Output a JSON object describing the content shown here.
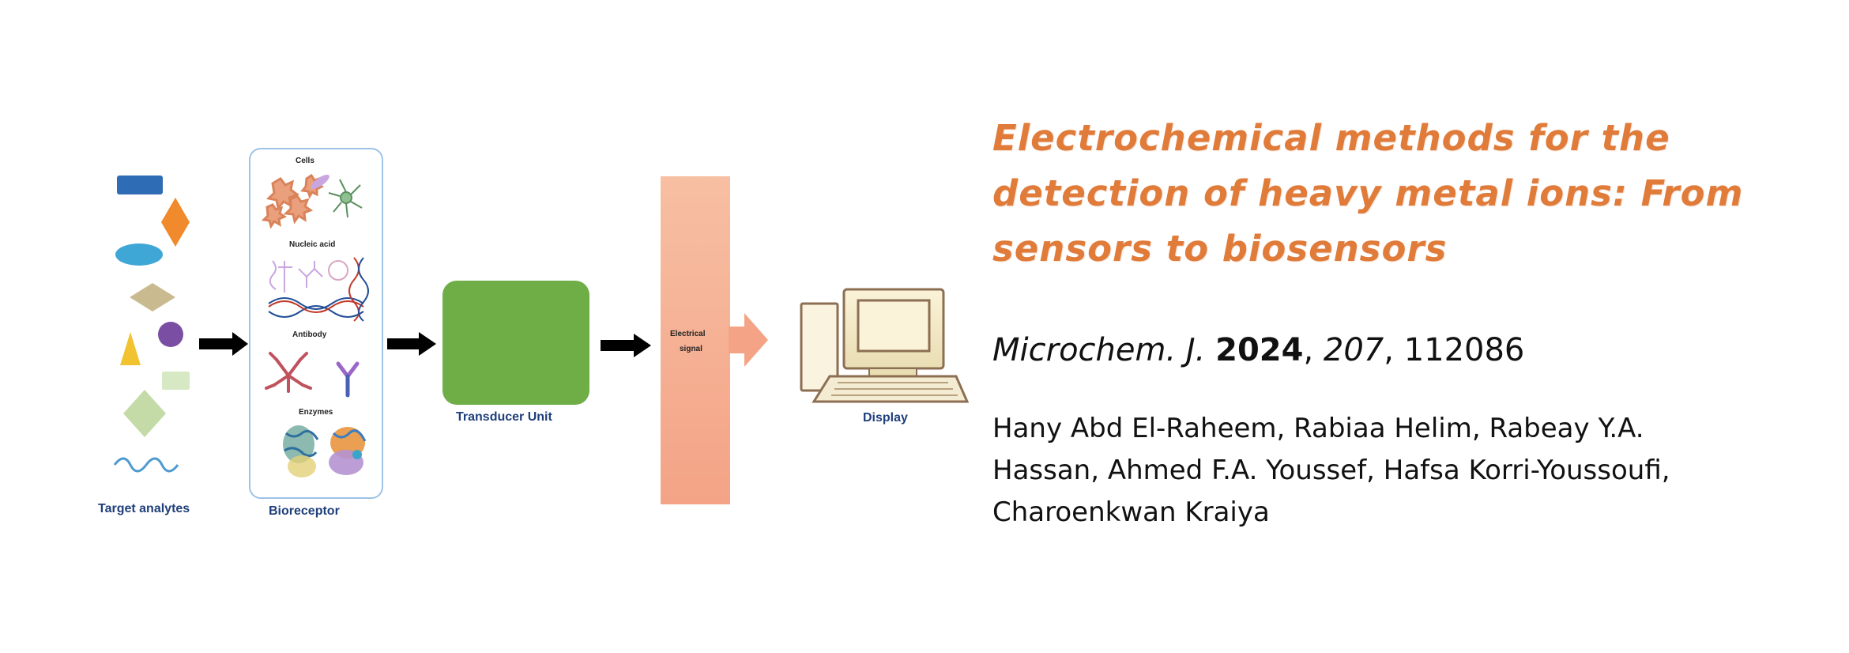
{
  "title": "Electrochemical methods for the detection of heavy metal ions: From sensors to biosensors",
  "citation": {
    "journal": "Microchem. J.",
    "year": "2024",
    "volume": "207",
    "article": "112086",
    "sep1": " ",
    "sep2": ", ",
    "sep3": ", "
  },
  "authors": "Hany Abd El-Raheem, Rabiaa Helim, Rabeay Y.A. Hassan, Ahmed F.A.  Youssef, Hafsa Korri-Youssoufi, Charoenkwan Kraiya",
  "diagram": {
    "target_label": "Target analytes",
    "bioreceptor_label": "Bioreceptor",
    "bioreceptor_sections": [
      "Cells",
      "Nucleic acid",
      "Antibody",
      "Enzymes"
    ],
    "transducer_label": "Transducer Unit",
    "signal_label_1": "Electrical",
    "signal_label_2": "signal",
    "display_label": "Display"
  },
  "colors": {
    "title": "#e07b39",
    "label": "#1f3f7a",
    "transducer": "#6fad47",
    "signal_top": "#f7bfa3",
    "signal_bottom": "#f4a386",
    "bioreceptor_border": "#9dc3e6"
  }
}
